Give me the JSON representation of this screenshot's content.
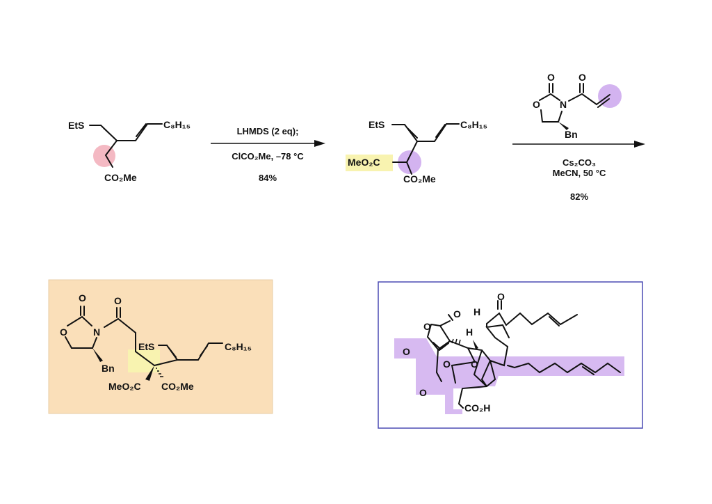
{
  "colors": {
    "pink_highlight": "#f4b9c3",
    "purple_highlight": "#d3b3f0",
    "yellow_highlight": "#f8f3b0",
    "box_orange": "#fadfb9",
    "box_border_blue": "#4a4ab4"
  },
  "step1": {
    "reagent_line1": "LHMDS (2 eq);",
    "reagent_line2": "ClCO₂Me, –78 °C",
    "yield": "84%"
  },
  "step2": {
    "reagent_labels": {
      "carbonyl_o1": "O",
      "carbonyl_o2": "O",
      "ring_o": "O",
      "n": "N",
      "bn": "Bn"
    },
    "conditions_line1": "Cs₂CO₃",
    "conditions_line2": "MeCN, 50 °C",
    "yield": "82%"
  },
  "compound1": {
    "ets": "EtS",
    "chain": "C₈H₁₅",
    "ester": "CO₂Me"
  },
  "compound2": {
    "ets": "EtS",
    "chain": "C₈H₁₅",
    "ester_left": "MeO₂C",
    "ester_bottom": "CO₂Me"
  },
  "compound3": {
    "o_top": "O",
    "o_acyl": "O",
    "ring_o": "O",
    "n": "N",
    "bn": "Bn",
    "ets": "EtS",
    "chain": "C₈H₁₅",
    "ester_left": "MeO₂C",
    "ester_right": "CO₂Me"
  },
  "natural_product": {
    "o1": "O",
    "o2": "O",
    "o3": "O",
    "h1": "H",
    "h2": "H",
    "o4": "O",
    "o5": "O",
    "o6": "O",
    "o7": "O",
    "acid": "CO₂H"
  }
}
